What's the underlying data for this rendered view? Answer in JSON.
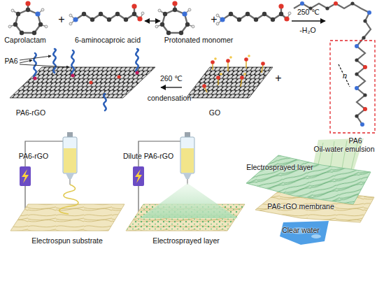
{
  "diagram": {
    "nodes": [
      {
        "text": [
          "Caprolactam"
        ]
      },
      {
        "text": [
          "6-aminocaproic acid"
        ]
      },
      {
        "text": [
          "Protonated monomer"
        ]
      },
      {
        "text": [
          "PA6"
        ]
      },
      {
        "text": [
          "GO"
        ]
      },
      {
        "text": [
          "PA6-rGO"
        ]
      }
    ],
    "edges": [
      {
        "from": 1,
        "to": 2,
        "arrow": "both"
      },
      {
        "from": 2,
        "to": 3,
        "label": "250 ℃",
        "arrow": "to"
      },
      {
        "from": 4,
        "to": 5,
        "label": "260 ℃",
        "arrow": "to"
      }
    ],
    "labels": [
      "+",
      "+",
      "-H₂O",
      "n",
      "condensation",
      "+",
      "PA6",
      "PA6-rGO",
      "Dilute PA6-rGO",
      "Electrospun substrate",
      "Electrosprayed layer",
      "Oil-water emulsion",
      "Electrosprayed layer",
      "PA6-rGO membrane",
      "Clear water"
    ]
  }
}
